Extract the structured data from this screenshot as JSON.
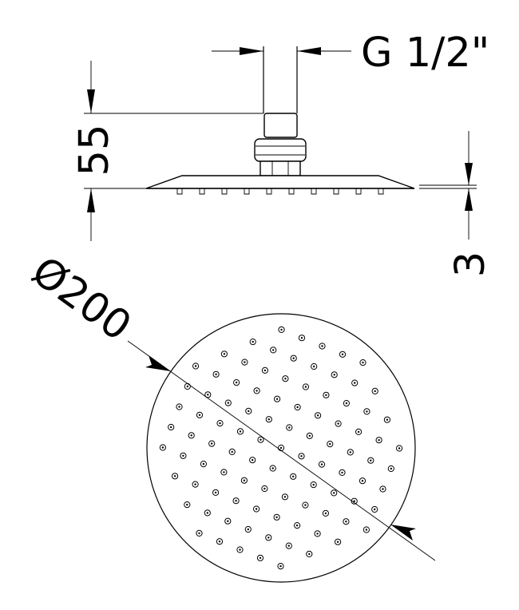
{
  "drawing": {
    "thread_label": "G 1/2\"",
    "height_label": "55",
    "thickness_label": "3",
    "diameter_label": "Ø200"
  }
}
